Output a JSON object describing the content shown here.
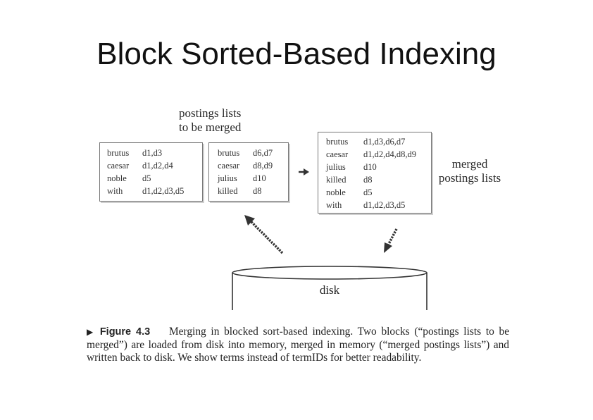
{
  "slide": {
    "title": "Block Sorted-Based Indexing"
  },
  "figure": {
    "label_to_merge": [
      "postings lists",
      "to be merged"
    ],
    "label_merged": [
      "merged",
      "postings lists"
    ],
    "block1": [
      {
        "term": "brutus",
        "docs": "d1,d3"
      },
      {
        "term": "caesar",
        "docs": "d1,d2,d4"
      },
      {
        "term": "noble",
        "docs": "d5"
      },
      {
        "term": "with",
        "docs": "d1,d2,d3,d5"
      }
    ],
    "block2": [
      {
        "term": "brutus",
        "docs": "d6,d7"
      },
      {
        "term": "caesar",
        "docs": "d8,d9"
      },
      {
        "term": "julius",
        "docs": "d10"
      },
      {
        "term": "killed",
        "docs": "d8"
      }
    ],
    "merged": [
      {
        "term": "brutus",
        "docs": "d1,d3,d6,d7"
      },
      {
        "term": "caesar",
        "docs": "d1,d2,d4,d8,d9"
      },
      {
        "term": "julius",
        "docs": "d10"
      },
      {
        "term": "killed",
        "docs": "d8"
      },
      {
        "term": "noble",
        "docs": "d5"
      },
      {
        "term": "with",
        "docs": "d1,d2,d3,d5"
      }
    ],
    "disk_label": "disk"
  },
  "caption": {
    "marker": "▶",
    "figure_number": "Figure 4.3",
    "text": "Merging in blocked sort-based indexing. Two blocks (“postings lists to be merged”) are loaded from disk into memory, merged in memory (“merged postings lists”) and written back to disk. We show terms instead of termIDs for better readability."
  }
}
